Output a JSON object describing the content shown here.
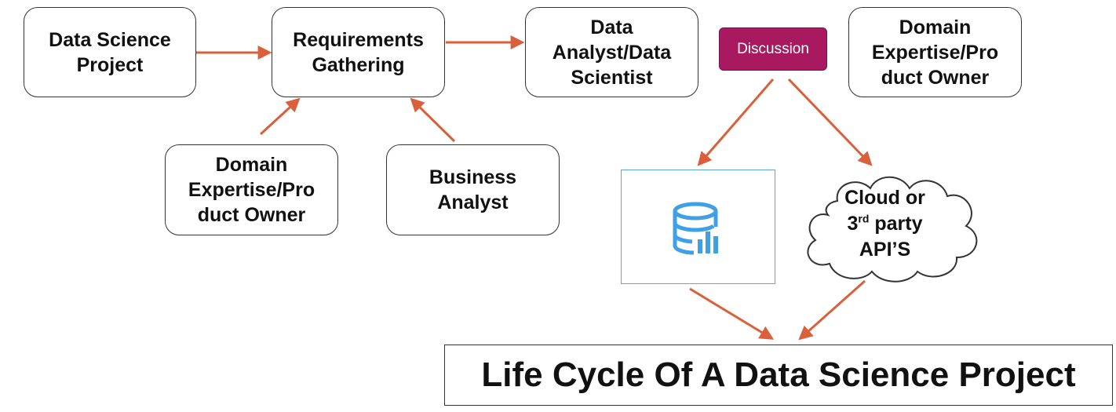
{
  "nodes": {
    "data_science_project": "Data Science\nProject",
    "requirements_gathering": "Requirements\nGathering",
    "data_analyst": "Data\nAnalyst/Data\nScientist",
    "domain_expertise_top": "Domain\nExpertise/Pro\nduct Owner",
    "domain_expertise_bottom": "Domain\nExpertise/Pro\nduct Owner",
    "business_analyst": "Business\nAnalyst"
  },
  "discussion": {
    "label": "Discussion"
  },
  "cloud": {
    "line1": "Cloud or",
    "line2_number": "3",
    "line2_sup": "rd",
    "line2_rest": " party",
    "line3": "API’S"
  },
  "database_icon": "database-chart-icon",
  "title": "Life Cycle Of A Data Science Project",
  "colors": {
    "arrow": "#d9603b",
    "discussion_fill": "#a8195f",
    "database_icon": "#3fa0e6",
    "database_border": "#5aa8dc"
  }
}
